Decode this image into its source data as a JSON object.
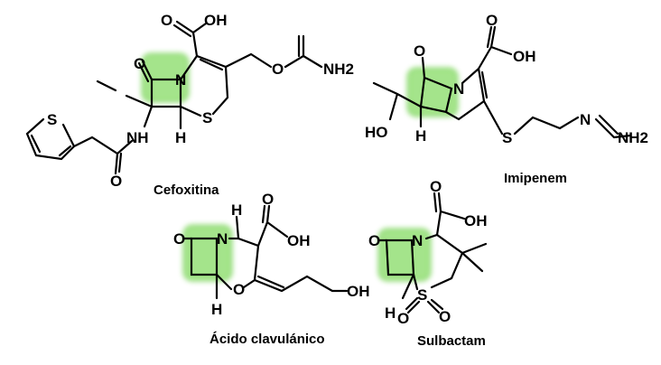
{
  "highlight_color": "#9be27f",
  "molecules": [
    {
      "name": "Cefoxitina",
      "atoms": [
        "O",
        "OH",
        "O",
        "NH2",
        "N",
        "O",
        "S",
        "NH",
        "H",
        "O",
        "S"
      ]
    },
    {
      "name": "Imipenem",
      "atoms": [
        "O",
        "N",
        "O",
        "OH",
        "HO",
        "H",
        "S",
        "N",
        "NH2"
      ]
    },
    {
      "name": "Ácido clavulánico",
      "atoms": [
        "O",
        "H",
        "N",
        "O",
        "OH",
        "O",
        "OH",
        "H"
      ]
    },
    {
      "name": "Sulbactam",
      "atoms": [
        "O",
        "OH",
        "O",
        "N",
        "S",
        "O",
        "O",
        "H"
      ]
    }
  ]
}
